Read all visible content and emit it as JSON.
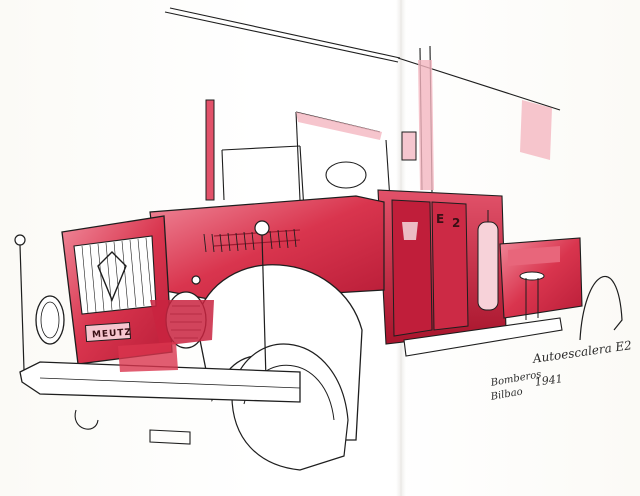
{
  "image": {
    "subject": "Ink and red watercolor sketch of a vintage fire truck across a sketchbook spread",
    "colors": {
      "paint_red": "#d9354e",
      "paint_red_dark": "#a8142c",
      "paint_red_light": "#f08a9b",
      "ink": "#1e1e1e",
      "paper": "#fbfaf6"
    }
  },
  "annotations": {
    "model": "Autoescalera E2",
    "year": "1941",
    "brigade_line1": "Bomberos",
    "brigade_line2": "Bilbao"
  },
  "truck": {
    "badge_text": "MEUTZ",
    "door_letters": [
      "E",
      "2"
    ]
  }
}
